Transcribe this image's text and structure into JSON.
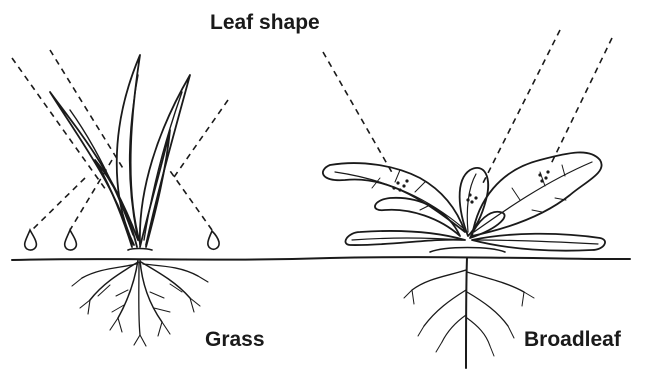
{
  "diagram": {
    "title": "Leaf shape",
    "left_label": "Grass",
    "right_label": "Broadleaf"
  }
}
